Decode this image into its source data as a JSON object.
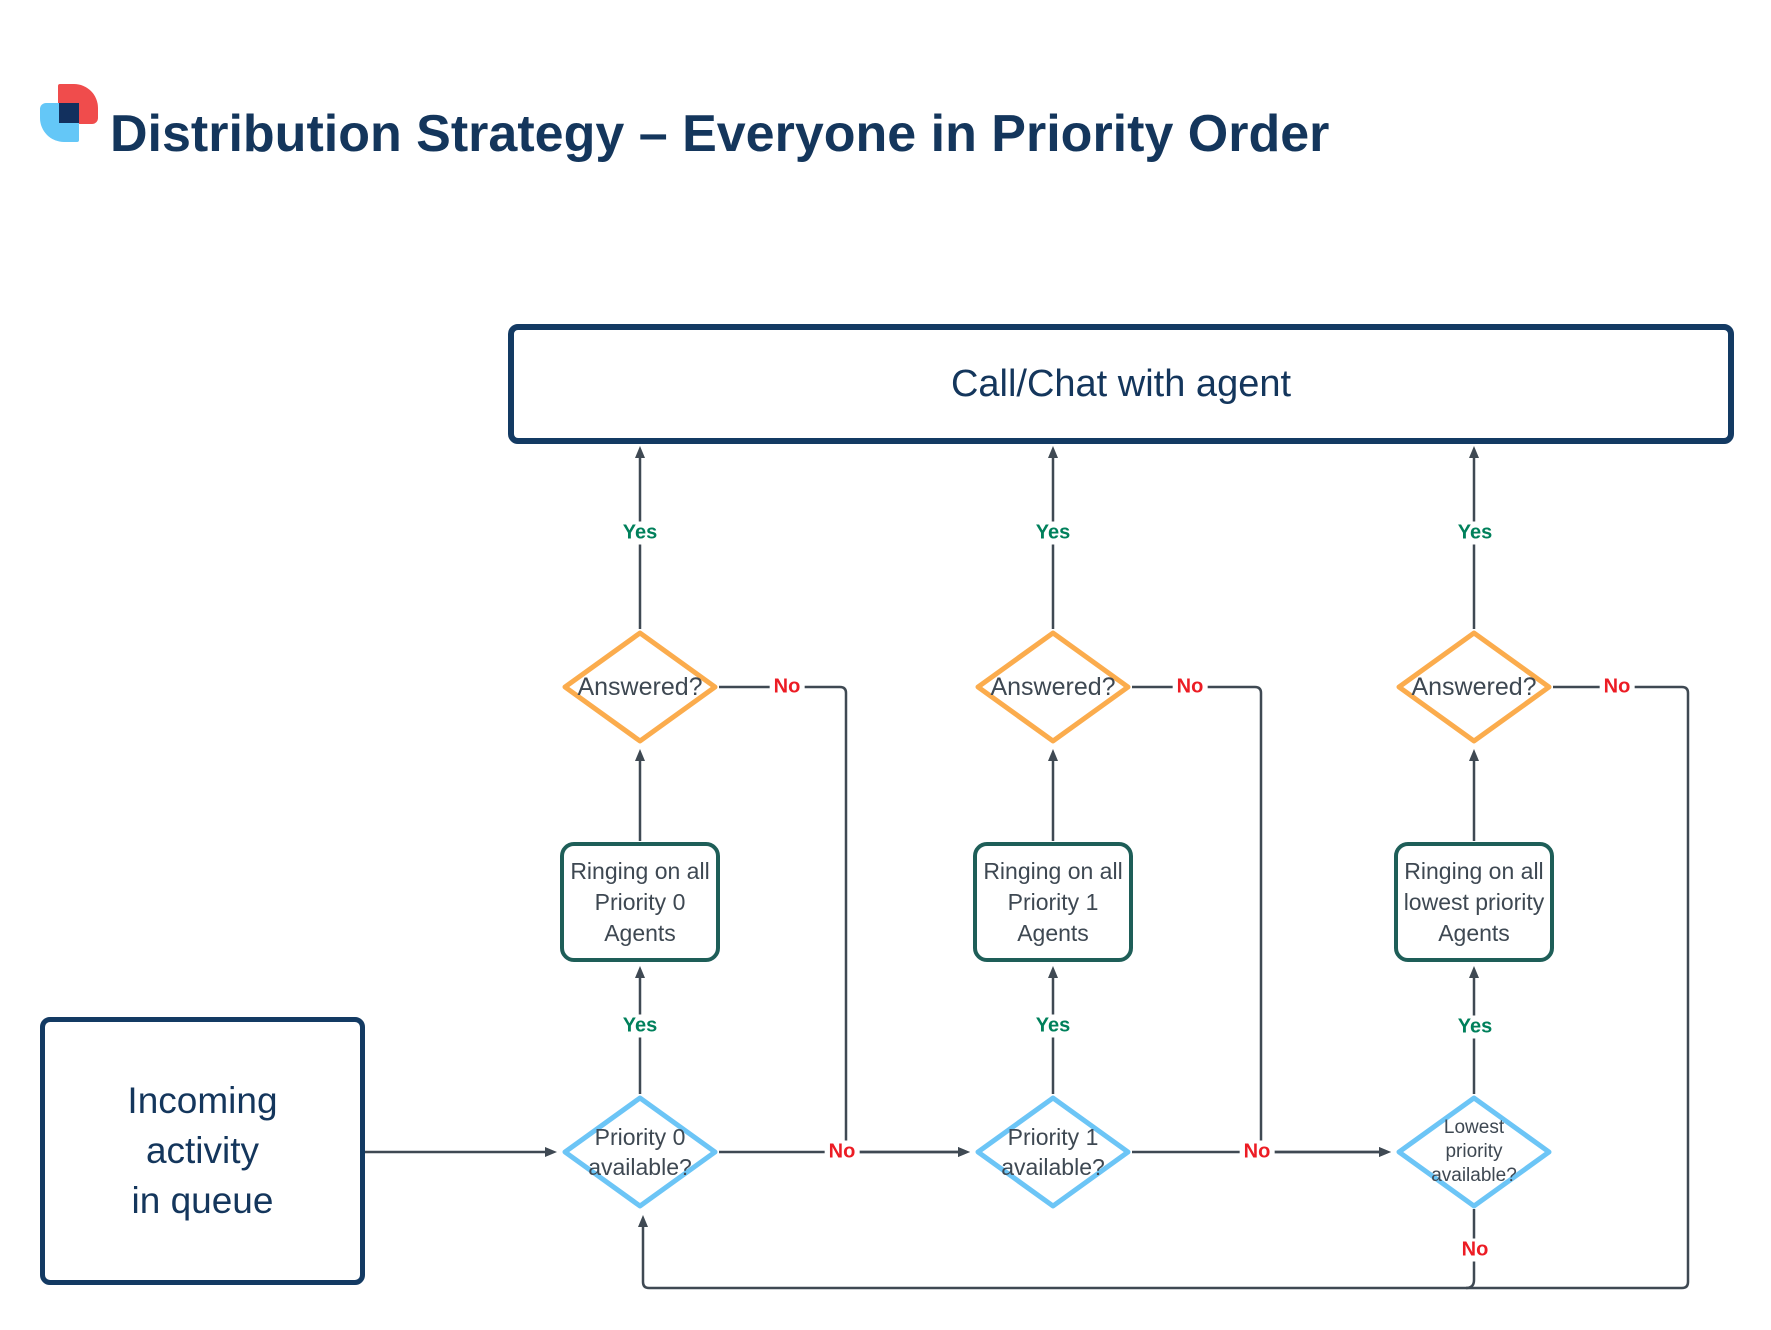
{
  "title": "Distribution Strategy – Everyone in Priority Order",
  "colors": {
    "navy": "#14365C",
    "orange_diamond_border": "#FBAC4D",
    "blue_diamond_border": "#6CC5F6",
    "teal_box_border": "#1E5E58",
    "arrow": "#3F4953",
    "yes_green": "#00805B",
    "no_red": "#EC1C24",
    "node_text": "#3E4852",
    "logo_red": "#F04C4C",
    "logo_blue": "#64C7F7",
    "logo_navy": "#12305E"
  },
  "logo": {
    "name": "lucid-logo"
  },
  "nodes": {
    "call_chat": {
      "label": "Call/Chat with agent"
    },
    "incoming": {
      "label": "Incoming\nactivity\nin queue"
    },
    "answered": {
      "label": "Answered?"
    },
    "ringing_p0": {
      "label": "Ringing on all\nPriority 0\nAgents"
    },
    "ringing_p1": {
      "label": "Ringing on all\nPriority 1\nAgents"
    },
    "ringing_lowest": {
      "label": "Ringing on all\nlowest priority\nAgents"
    },
    "avail_p0": {
      "label": "Priority 0\navailable?"
    },
    "avail_p1": {
      "label": "Priority 1\navailable?"
    },
    "avail_lowest": {
      "label": "Lowest\npriority\navailable?"
    }
  },
  "edge_labels": {
    "yes": "Yes",
    "no": "No"
  }
}
